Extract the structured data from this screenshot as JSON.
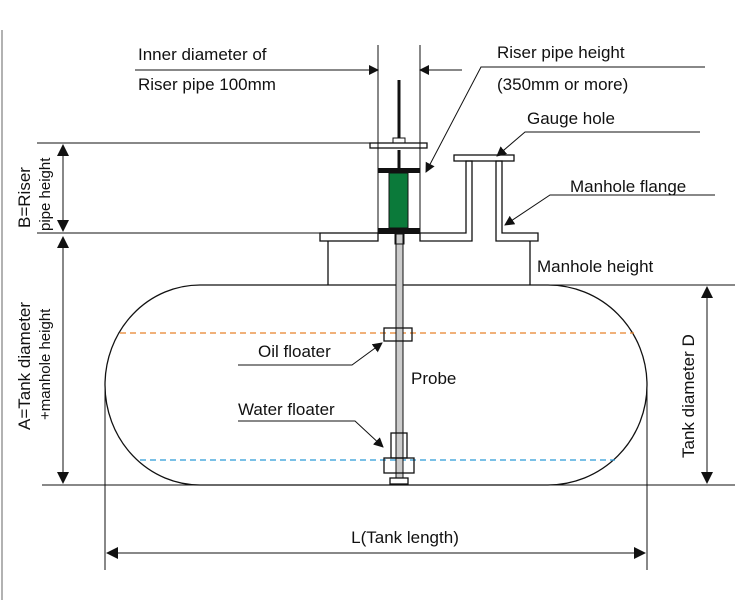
{
  "labels": {
    "inner_diameter_line1": "Inner diameter of",
    "inner_diameter_line2": "Riser pipe 100mm",
    "riser_height_line1": "Riser pipe height",
    "riser_height_line2": "(350mm or more)",
    "gauge_hole": "Gauge hole",
    "manhole_flange": "Manhole flange",
    "manhole_height": "Manhole height",
    "tank_diameter": "Tank diameter D",
    "oil_floater": "Oil floater",
    "probe": "Probe",
    "water_floater": "Water floater",
    "tank_length": "L(Tank length)",
    "b_line1": "B=Riser",
    "b_line2": "pipe height",
    "a_line1": "A=Tank diameter",
    "a_line2": "+manhole height"
  },
  "colors": {
    "oil_level": "#e8822a",
    "water_level": "#2a9ad8",
    "float_body": "#0b7a3a"
  }
}
